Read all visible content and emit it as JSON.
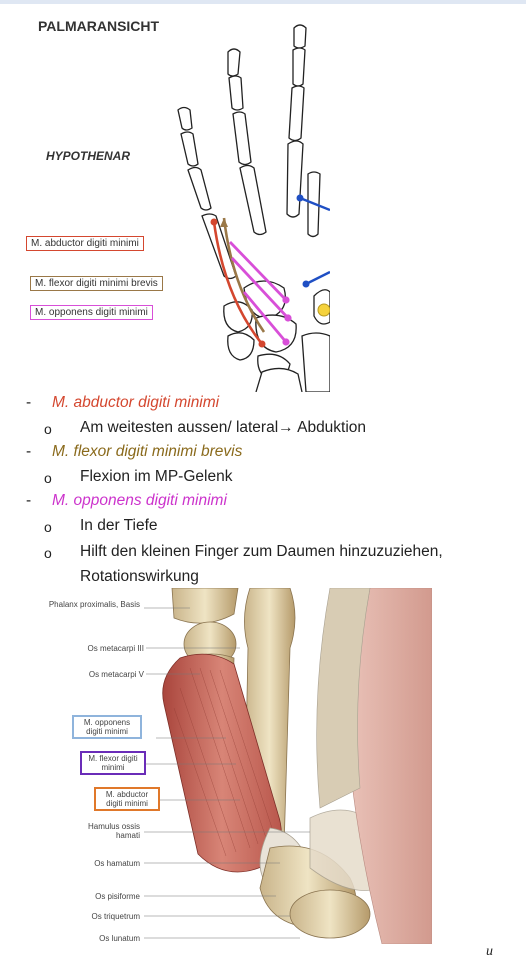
{
  "figure1": {
    "title": "PALMARANSICHT",
    "subtitle": "HYPOTHENAR",
    "labels": {
      "abductor": "M. abductor digiti minimi",
      "flexor": "M. flexor digiti minimi brevis",
      "opponens": "M. opponens digiti minimi"
    },
    "colors": {
      "abductor": "#d4472f",
      "flexor": "#9a7848",
      "opponens": "#d84fd8",
      "thumb_muscle": "#1f4fc4",
      "bone_outline": "#222222",
      "sesamoid": "#f5d23c"
    }
  },
  "list": {
    "bullet_dash": "-",
    "bullet_o": "o",
    "items": [
      {
        "title": "M. abductor digiti minimi",
        "notes": [
          "Am weitesten aussen/ lateral→ Abduktion"
        ]
      },
      {
        "title": "M. flexor digiti minimi brevis",
        "notes": [
          "Flexion im MP-Gelenk"
        ]
      },
      {
        "title": "M. opponens digiti minimi",
        "notes": [
          "In der Tiefe",
          "Hilft den kleinen Finger zum Daumen hinzuzuziehen,",
          "Rotationswirkung"
        ]
      }
    ]
  },
  "figure2": {
    "labels": {
      "phalanx": "Phalanx proximalis, Basis",
      "meta3": "Os metacarpi III",
      "meta5": "Os metacarpi V",
      "opponens": "M. opponens digiti minimi",
      "flexor": "M. flexor digiti minimi",
      "abductor": "M. abductor digiti minimi",
      "hamulus": "Hamulus ossis hamati",
      "hamatum": "Os hamatum",
      "pisiforme": "Os pisiforme",
      "triquetrum": "Os triquetrum",
      "lunatum": "Os lunatum"
    },
    "box_colors": {
      "opponens": "#8fb4dc",
      "flexor": "#6a2cb8",
      "abductor": "#e0782a"
    }
  },
  "corner_mark": "u"
}
